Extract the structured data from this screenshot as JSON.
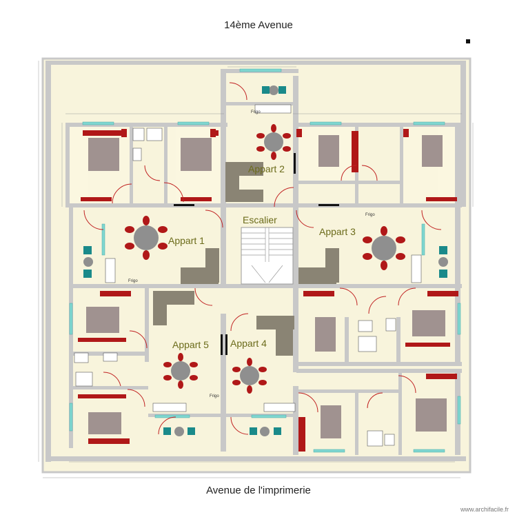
{
  "streets": {
    "top": "14ème Avenue",
    "bottom": "Avenue de l'imprimerie"
  },
  "labels": {
    "appart1": "Appart 1",
    "appart2": "Appart 2",
    "appart3": "Appart 3",
    "appart4": "Appart 4",
    "appart5": "Appart 5",
    "escalier": "Escalier",
    "frigo": "Frigo"
  },
  "watermark": "www.archifacile.fr",
  "colors": {
    "floor": "#f8f4dc",
    "wall": "#c8c8c8",
    "bed": "#a09290",
    "accent_red": "#b01818",
    "table": "#8f8f8f",
    "sofa": "#8a8474",
    "window": "#7fd6d0"
  }
}
